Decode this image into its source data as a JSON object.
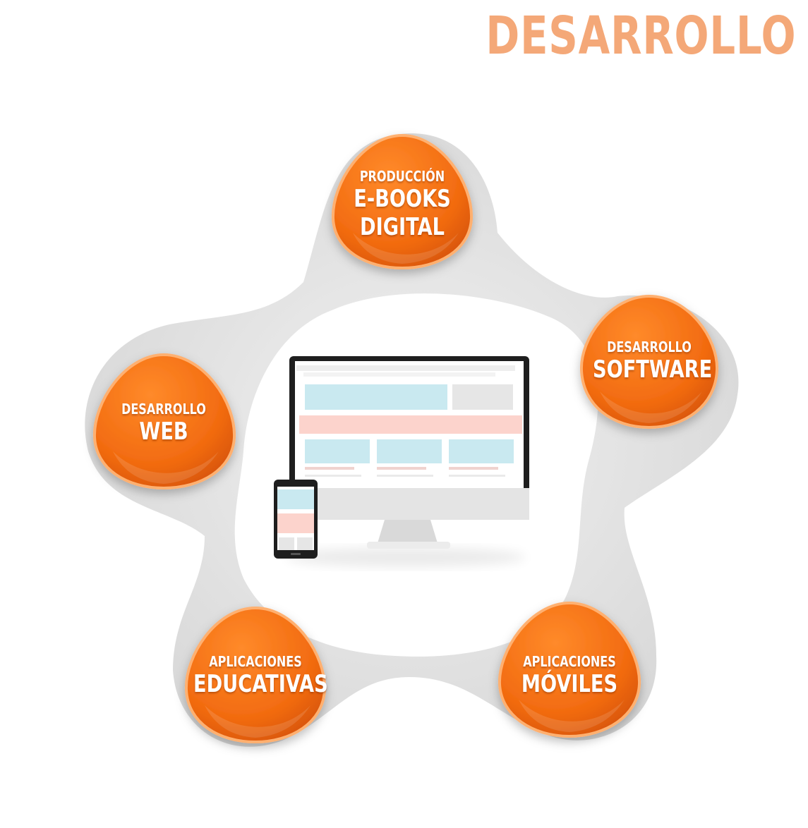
{
  "title": "DESARROLLO",
  "colors": {
    "title": "#f4a878",
    "node_orange": "#f26b10",
    "node_highlight": "#ffb070",
    "frame_gray": "#dcdcdc",
    "screen_blue": "#c9e9f0",
    "screen_pink": "#fcd3cc"
  },
  "nodes": [
    {
      "id": "ebooks",
      "line1": "PRODUCCIÓN",
      "line2": "E-BOOKS",
      "line3": "DIGITAL"
    },
    {
      "id": "software",
      "line1": "DESARROLLO",
      "line2": "SOFTWARE"
    },
    {
      "id": "web",
      "line1": "DESARROLLO",
      "line2": "WEB"
    },
    {
      "id": "educativas",
      "line1": "APLICACIONES",
      "line2": "EDUCATIVAS"
    },
    {
      "id": "moviles",
      "line1": "APLICACIONES",
      "line2": "MÓVILES"
    }
  ],
  "center_image": {
    "monitor": "desktop-monitor-icon",
    "phone": "smartphone-icon"
  }
}
